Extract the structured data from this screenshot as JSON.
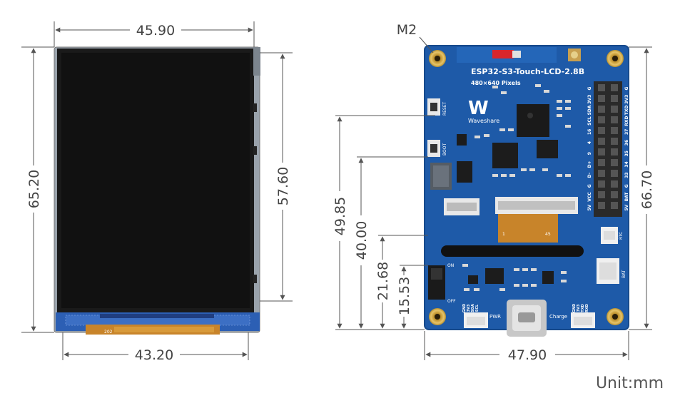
{
  "dimensions": {
    "front_width_top": "45.90",
    "front_height_left": "65.20",
    "front_height_right": "57.60",
    "front_width_bottom": "43.20",
    "back_hole_label": "M2",
    "back_h1": "49.85",
    "back_h2": "40.00",
    "back_h3": "21.68",
    "back_h4": "15.53",
    "back_height_right": "66.70",
    "back_width_bottom": "47.90"
  },
  "unit_label": "Unit:mm",
  "board": {
    "title": "ESP32-S3-Touch-LCD-2.8B",
    "subtitle": "480×640 Pixels",
    "brand": "Waveshare",
    "reset": "RESET",
    "boot": "BOOT",
    "pwr": "PWR",
    "charge": "Charge",
    "rtc": "RTC",
    "bat": "BAT",
    "on": "ON",
    "off": "OFF",
    "fpc_1": "1",
    "fpc_45": "45",
    "header_row1": [
      "G",
      "3V3",
      "SDA",
      "SCL",
      "16",
      "4",
      "9",
      "D+",
      "D-",
      "G",
      "VCC",
      "5V"
    ],
    "header_row2": [
      "G",
      "3V3",
      "TXD",
      "RXD",
      "37",
      "36",
      "35",
      "34",
      "33",
      "G",
      "BAT",
      "5V"
    ],
    "i2c_labels": [
      "GND",
      "3V3",
      "SDA",
      "SCL"
    ],
    "uart_labels": [
      "GND",
      "3V3",
      "TXD",
      "RXD"
    ],
    "fpc_code": "202"
  },
  "colors": {
    "pcb": "#1e5aa8",
    "lcd": "#111111",
    "dimension_line": "#555555",
    "copper": "#c8a050"
  }
}
